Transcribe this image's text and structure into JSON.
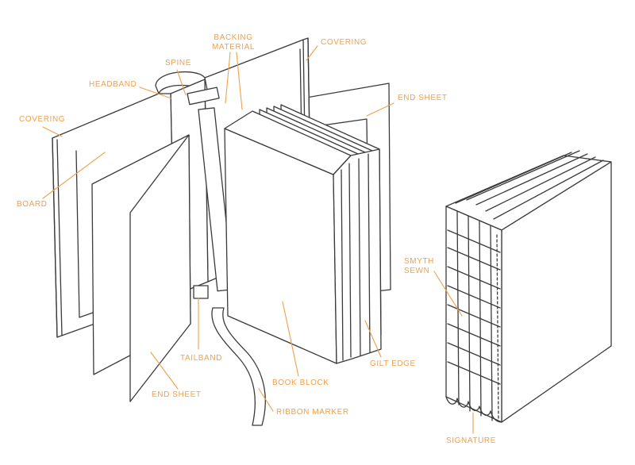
{
  "colors": {
    "accent": "#F0A04B",
    "ink": "#3a3a3a"
  },
  "labels": {
    "backing_material": "BACKING\nMATERIAL",
    "covering_top": "COVERING",
    "spine": "SPINE",
    "headband": "HEADBAND",
    "end_sheet_top": "END SHEET",
    "covering_left": "COVERING",
    "board": "BOARD",
    "smyth_sewn": "SMYTH\nSEWN",
    "tailband": "TAILBAND",
    "book_block": "BOOK BLOCK",
    "gilt_edge": "GILT EDGE",
    "end_sheet_bottom": "END SHEET",
    "ribbon_marker": "RIBBON MARKER",
    "signature": "SIGNATURE"
  }
}
